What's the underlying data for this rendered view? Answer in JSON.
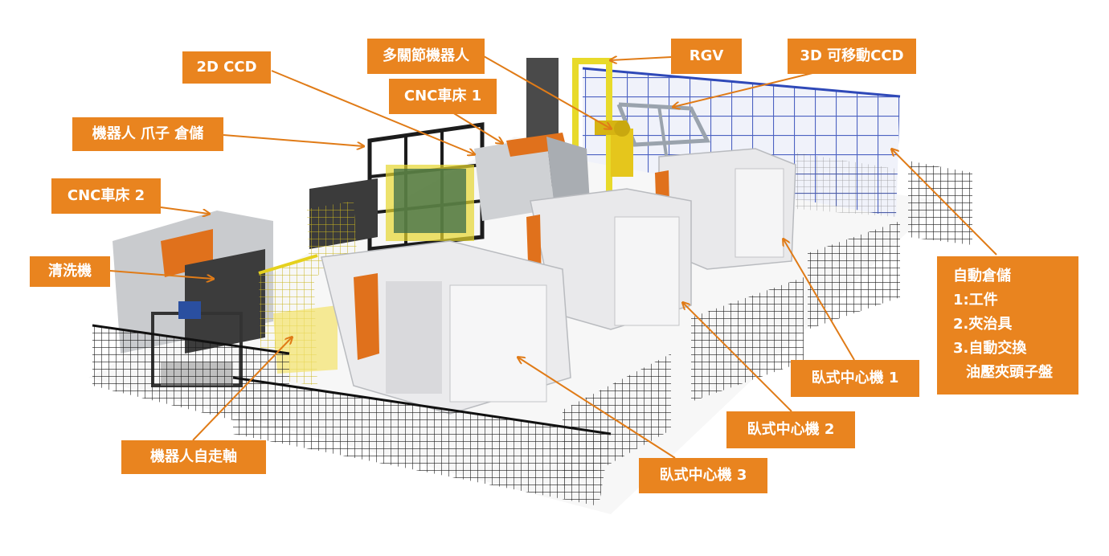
{
  "labels": {
    "ccd2d": "2D CCD",
    "robot_multi": "多關節機器人",
    "rgv": "RGV",
    "ccd3d": "3D 可移動CCD",
    "cnc1": "CNC車床 1",
    "gripper_storage": "機器人 爪子 倉儲",
    "cnc2": "CNC車床 2",
    "washer": "清洗機",
    "auto_storage": {
      "title": "自動倉儲",
      "line1": "1:工件",
      "line2": "2.夾治具",
      "line3": "3.自動交換",
      "line4": "油壓夾頭子盤"
    },
    "hmc1": "臥式中心機 1",
    "hmc2": "臥式中心機 2",
    "hmc3": "臥式中心機 3",
    "robot_track": "機器人自走軸"
  },
  "colors": {
    "label_bg": "#e9841f",
    "label_text": "#ffffff",
    "arrow": "#e07b17",
    "fence": "#1b1b1b",
    "safety_fence": "#f2e24a",
    "rack_blue": "#2f49b8",
    "machine_body": "#e7e7e9",
    "machine_orange": "#e0711c"
  }
}
